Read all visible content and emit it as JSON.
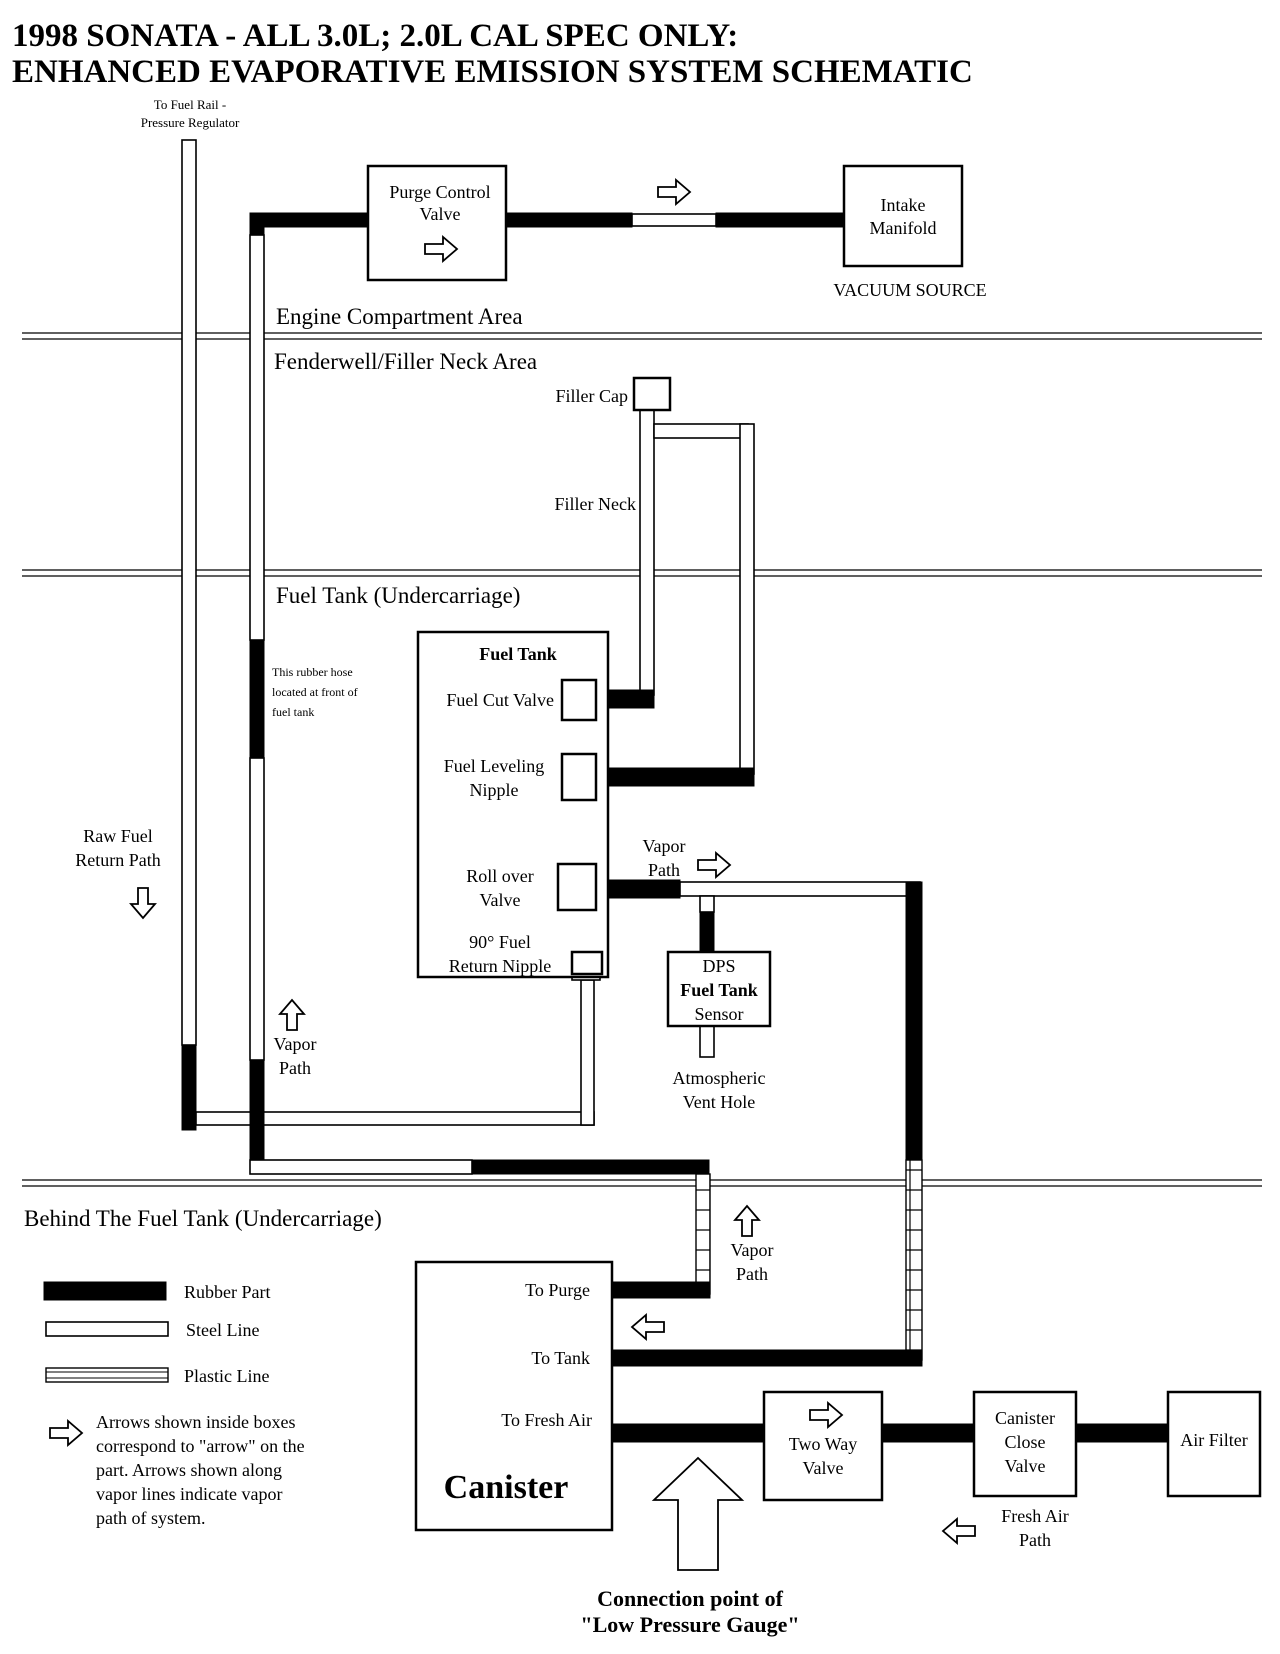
{
  "title": {
    "line1": "1998 SONATA - ALL 3.0L; 2.0L CAL SPEC ONLY:",
    "line2": "ENHANCED EVAPORATIVE EMISSION SYSTEM SCHEMATIC"
  },
  "areas": {
    "engine": "Engine Compartment Area",
    "fenderwell": "Fenderwell/Filler Neck Area",
    "fuel_tank": "Fuel Tank (Undercarriage)",
    "behind_tank": "Behind The Fuel Tank (Undercarriage)"
  },
  "labels": {
    "fuel_rail_1": "To Fuel Rail -",
    "fuel_rail_2": "Pressure Regulator",
    "purge_valve_1": "Purge Control",
    "purge_valve_2": "Valve",
    "intake_1": "Intake",
    "intake_2": "Manifold",
    "vacuum_source": "VACUUM SOURCE",
    "filler_cap": "Filler Cap",
    "filler_neck": "Filler Neck",
    "fuel_tank_title": "Fuel Tank",
    "fuel_cut_valve": "Fuel Cut Valve",
    "fuel_leveling_1": "Fuel  Leveling",
    "fuel_leveling_2": "Nipple",
    "rollover_1": "Roll over",
    "rollover_2": "Valve",
    "return_nipple_1": "90° Fuel",
    "return_nipple_2": "Return Nipple",
    "rubber_note_1": "This rubber hose",
    "rubber_note_2": "located at front of",
    "rubber_note_3": "fuel tank",
    "raw_fuel_1": "Raw Fuel",
    "raw_fuel_2": "Return Path",
    "vapor_path_top_1": "Vapor",
    "vapor_path_top_2": "Path",
    "vapor_path_left_1": "Vapor",
    "vapor_path_left_2": "Path",
    "vapor_path_right_1": "Vapor",
    "vapor_path_right_2": "Path",
    "dps_1": "DPS",
    "dps_2": "Fuel Tank",
    "dps_3": "Sensor",
    "atmo_1": "Atmospheric",
    "atmo_2": "Vent Hole",
    "to_purge": "To Purge",
    "to_tank": "To Tank",
    "to_fresh_air": "To Fresh Air",
    "canister": "Canister",
    "two_way_1": "Two Way",
    "two_way_2": "Valve",
    "close_valve_1": "Canister",
    "close_valve_2": "Close",
    "close_valve_3": "Valve",
    "air_filter": "Air Filter",
    "fresh_air_1": "Fresh Air",
    "fresh_air_2": "Path",
    "gauge_1": "Connection point of",
    "gauge_2": "\"Low Pressure Gauge\""
  },
  "legend": {
    "rubber": "Rubber Part",
    "steel": "Steel Line",
    "plastic": "Plastic Line",
    "note_1": "Arrows shown inside boxes",
    "note_2": "correspond to \"arrow\" on the",
    "note_3": "part.  Arrows shown along",
    "note_4": "vapor lines indicate vapor",
    "note_5": "path of system."
  }
}
